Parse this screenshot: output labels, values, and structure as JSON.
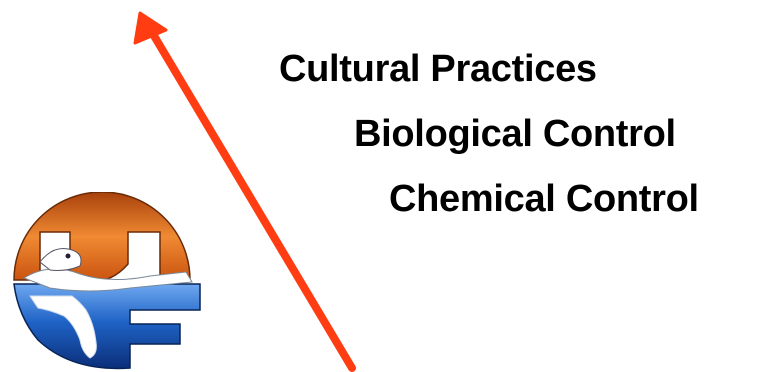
{
  "slide": {
    "items": [
      {
        "label": "Cultural Practices"
      },
      {
        "label": "Biological Control"
      },
      {
        "label": "Chemical Control"
      }
    ]
  },
  "logo": {
    "icon": "uf-gator-florida-logo-icon",
    "colors": {
      "orange": "#e8711e",
      "blue": "#1f63c6"
    }
  },
  "arrow": {
    "icon": "arrow-up-left-icon",
    "color": "#ff3c12"
  }
}
